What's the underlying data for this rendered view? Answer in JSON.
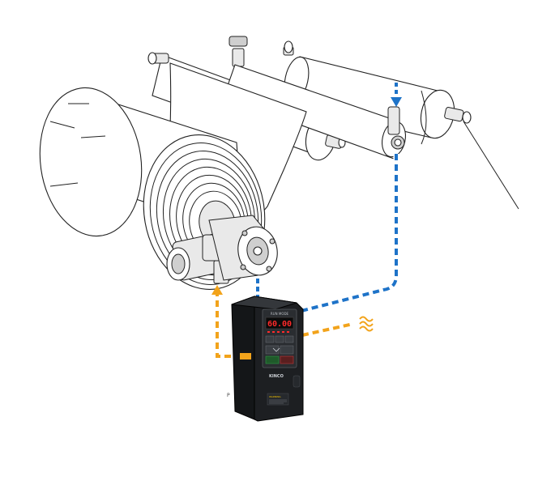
{
  "colors": {
    "feedback_line": "#1e73c8",
    "control_line": "#f2a31b",
    "inverter_body": "#1d1f22",
    "inverter_panel": "#2a2d31",
    "display_red": "#ff2a2a",
    "outline": "#222222"
  },
  "inverter": {
    "display_value": "60.00",
    "brand_label": "KINCO",
    "top_label": "RUN MODE",
    "panel_caption": "WARNING",
    "side_mark": "P"
  },
  "icons": {
    "signal": "wave-icon",
    "flow_down": "arrow-down-icon",
    "flow_up": "arrow-up-icon"
  }
}
